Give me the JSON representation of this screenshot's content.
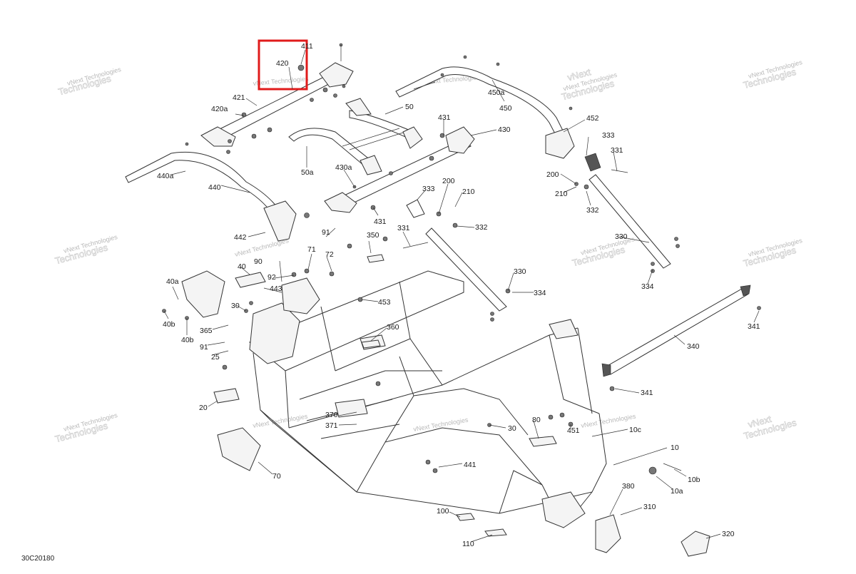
{
  "diagram": {
    "ref_code": "30C20180",
    "watermark": {
      "line1": "vNext",
      "line2": "Technologies",
      "small": "vNext Technologies"
    },
    "highlight_colour": "#e01b1b",
    "labels": [
      {
        "id": "l-411",
        "text": "411"
      },
      {
        "id": "l-420",
        "text": "420"
      },
      {
        "id": "l-421",
        "text": "421"
      },
      {
        "id": "l-420a",
        "text": "420a"
      },
      {
        "id": "l-440a",
        "text": "440a"
      },
      {
        "id": "l-440",
        "text": "440"
      },
      {
        "id": "l-442",
        "text": "442"
      },
      {
        "id": "l-450a",
        "text": "450a"
      },
      {
        "id": "l-450",
        "text": "450"
      },
      {
        "id": "l-452",
        "text": "452"
      },
      {
        "id": "l-50",
        "text": "50"
      },
      {
        "id": "l-50a",
        "text": "50a"
      },
      {
        "id": "l-431a",
        "text": "431"
      },
      {
        "id": "l-430",
        "text": "430"
      },
      {
        "id": "l-430a",
        "text": "430a"
      },
      {
        "id": "l-431b",
        "text": "431"
      },
      {
        "id": "l-333a",
        "text": "333"
      },
      {
        "id": "l-331a",
        "text": "331"
      },
      {
        "id": "l-200a",
        "text": "200"
      },
      {
        "id": "l-210a",
        "text": "210"
      },
      {
        "id": "l-332a",
        "text": "332"
      },
      {
        "id": "l-333b",
        "text": "333"
      },
      {
        "id": "l-331b",
        "text": "331"
      },
      {
        "id": "l-200b",
        "text": "200"
      },
      {
        "id": "l-210b",
        "text": "210"
      },
      {
        "id": "l-332b",
        "text": "332"
      },
      {
        "id": "l-330a",
        "text": "330"
      },
      {
        "id": "l-330b",
        "text": "330"
      },
      {
        "id": "l-334a",
        "text": "334"
      },
      {
        "id": "l-334b",
        "text": "334"
      },
      {
        "id": "l-341a",
        "text": "341"
      },
      {
        "id": "l-340",
        "text": "340"
      },
      {
        "id": "l-341b",
        "text": "341"
      },
      {
        "id": "l-91a",
        "text": "91"
      },
      {
        "id": "l-350",
        "text": "350"
      },
      {
        "id": "l-71",
        "text": "71"
      },
      {
        "id": "l-72",
        "text": "72"
      },
      {
        "id": "l-90",
        "text": "90"
      },
      {
        "id": "l-92",
        "text": "92"
      },
      {
        "id": "l-443",
        "text": "443"
      },
      {
        "id": "l-453",
        "text": "453"
      },
      {
        "id": "l-40",
        "text": "40"
      },
      {
        "id": "l-40a",
        "text": "40a"
      },
      {
        "id": "l-40b",
        "text": "40b"
      },
      {
        "id": "l-40b2",
        "text": "40b"
      },
      {
        "id": "l-30a",
        "text": "30"
      },
      {
        "id": "l-365",
        "text": "365"
      },
      {
        "id": "l-91b",
        "text": "91"
      },
      {
        "id": "l-25",
        "text": "25"
      },
      {
        "id": "l-360",
        "text": "360"
      },
      {
        "id": "l-20",
        "text": "20"
      },
      {
        "id": "l-370",
        "text": "370"
      },
      {
        "id": "l-371",
        "text": "371"
      },
      {
        "id": "l-80",
        "text": "80"
      },
      {
        "id": "l-30b",
        "text": "30"
      },
      {
        "id": "l-451",
        "text": "451"
      },
      {
        "id": "l-10c",
        "text": "10c"
      },
      {
        "id": "l-10",
        "text": "10"
      },
      {
        "id": "l-10b",
        "text": "10b"
      },
      {
        "id": "l-10a",
        "text": "10a"
      },
      {
        "id": "l-70",
        "text": "70"
      },
      {
        "id": "l-441",
        "text": "441"
      },
      {
        "id": "l-380",
        "text": "380"
      },
      {
        "id": "l-310",
        "text": "310"
      },
      {
        "id": "l-100",
        "text": "100"
      },
      {
        "id": "l-110",
        "text": "110"
      },
      {
        "id": "l-320",
        "text": "320"
      }
    ]
  }
}
